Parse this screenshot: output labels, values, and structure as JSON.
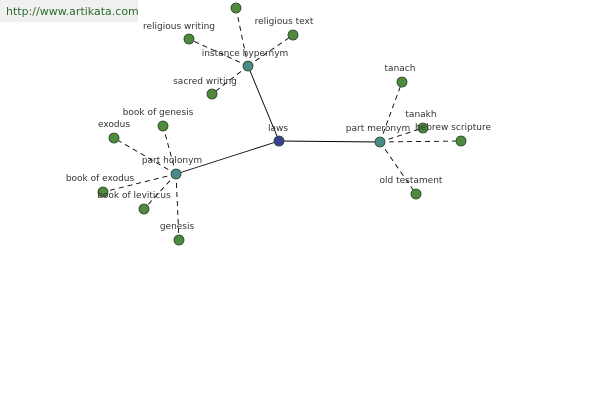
{
  "header": {
    "url": "http://www.artikata.com"
  },
  "colors": {
    "center": "#3b3f8f",
    "relation": "#4a8a8a",
    "leaf": "#4f8a3f",
    "edge": "#000000",
    "label": "#333333",
    "header_bg": "#f0f0f0",
    "header_text": "#2c6e2c"
  },
  "graph": {
    "nodes": [
      {
        "id": "laws",
        "label": "laws",
        "kind": "center"
      },
      {
        "id": "instance_hypernym",
        "label": "instance hypernym",
        "kind": "relation"
      },
      {
        "id": "part_meronym",
        "label": "part meronym",
        "kind": "relation"
      },
      {
        "id": "part_holonym",
        "label": "part holonym",
        "kind": "relation"
      },
      {
        "id": "religious_writing",
        "label": "religious writing",
        "kind": "leaf"
      },
      {
        "id": "religious_text",
        "label": "religious text",
        "kind": "leaf"
      },
      {
        "id": "sacred_writing",
        "label": "sacred writing",
        "kind": "leaf"
      },
      {
        "id": "hyp_unlabeled",
        "label": "",
        "kind": "leaf"
      },
      {
        "id": "tanach",
        "label": "tanach",
        "kind": "leaf"
      },
      {
        "id": "tanakh",
        "label": "tanakh",
        "kind": "leaf"
      },
      {
        "id": "hebrew_scripture",
        "label": "hebrew scripture",
        "kind": "leaf"
      },
      {
        "id": "old_testament",
        "label": "old testament",
        "kind": "leaf"
      },
      {
        "id": "book_of_genesis",
        "label": "book of genesis",
        "kind": "leaf"
      },
      {
        "id": "exodus",
        "label": "exodus",
        "kind": "leaf"
      },
      {
        "id": "book_of_exodus",
        "label": "book of exodus",
        "kind": "leaf"
      },
      {
        "id": "book_of_leviticus",
        "label": "book of leviticus",
        "kind": "leaf"
      },
      {
        "id": "genesis",
        "label": "genesis",
        "kind": "leaf"
      }
    ],
    "edges": [
      {
        "from": "laws",
        "to": "instance_hypernym",
        "style": "solid"
      },
      {
        "from": "laws",
        "to": "part_meronym",
        "style": "solid"
      },
      {
        "from": "laws",
        "to": "part_holonym",
        "style": "solid"
      },
      {
        "from": "instance_hypernym",
        "to": "hyp_unlabeled",
        "style": "dashed"
      },
      {
        "from": "instance_hypernym",
        "to": "religious_writing",
        "style": "dashed"
      },
      {
        "from": "instance_hypernym",
        "to": "religious_text",
        "style": "dashed"
      },
      {
        "from": "instance_hypernym",
        "to": "sacred_writing",
        "style": "dashed"
      },
      {
        "from": "part_meronym",
        "to": "tanach",
        "style": "dashed"
      },
      {
        "from": "part_meronym",
        "to": "tanakh",
        "style": "dashed"
      },
      {
        "from": "part_meronym",
        "to": "hebrew_scripture",
        "style": "dashed"
      },
      {
        "from": "part_meronym",
        "to": "old_testament",
        "style": "dashed"
      },
      {
        "from": "part_holonym",
        "to": "book_of_genesis",
        "style": "dashed"
      },
      {
        "from": "part_holonym",
        "to": "exodus",
        "style": "dashed"
      },
      {
        "from": "part_holonym",
        "to": "book_of_exodus",
        "style": "dashed"
      },
      {
        "from": "part_holonym",
        "to": "book_of_leviticus",
        "style": "dashed"
      },
      {
        "from": "part_holonym",
        "to": "genesis",
        "style": "dashed"
      }
    ]
  }
}
